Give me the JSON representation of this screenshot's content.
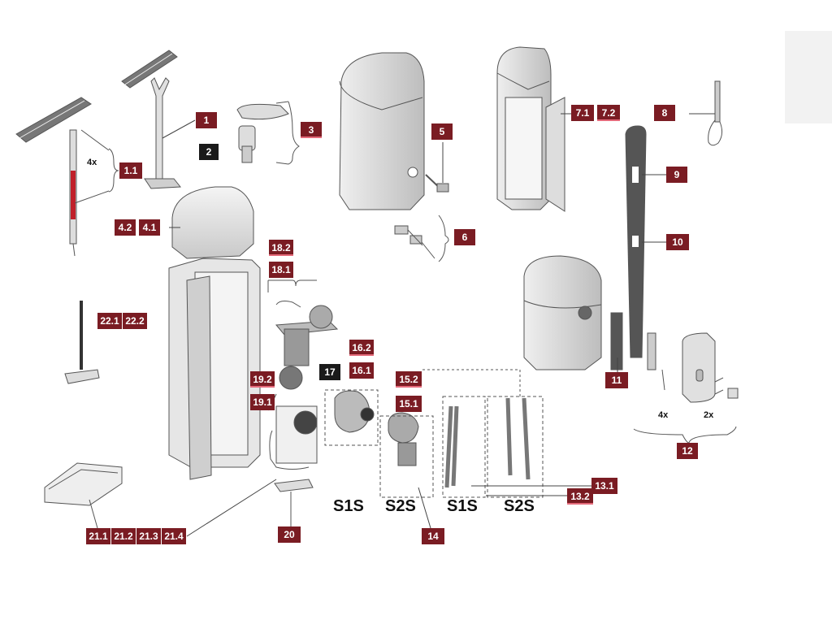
{
  "labels": [
    {
      "id": "l1",
      "text": "1",
      "style": "red"
    },
    {
      "id": "l11b",
      "text": "1.1",
      "style": "red"
    },
    {
      "id": "l2",
      "text": "2",
      "style": "black"
    },
    {
      "id": "l3",
      "text": "3",
      "style": "red-ul"
    },
    {
      "id": "l41",
      "text": "4.1",
      "style": "red"
    },
    {
      "id": "l42",
      "text": "4.2",
      "style": "red"
    },
    {
      "id": "l5",
      "text": "5",
      "style": "red"
    },
    {
      "id": "l6",
      "text": "6",
      "style": "red"
    },
    {
      "id": "l71",
      "text": "7.1",
      "style": "red"
    },
    {
      "id": "l72",
      "text": "7.2",
      "style": "red-ul"
    },
    {
      "id": "l8",
      "text": "8",
      "style": "red"
    },
    {
      "id": "l9",
      "text": "9",
      "style": "red"
    },
    {
      "id": "l10",
      "text": "10",
      "style": "red"
    },
    {
      "id": "l11",
      "text": "11",
      "style": "red"
    },
    {
      "id": "l12",
      "text": "12",
      "style": "red"
    },
    {
      "id": "l131",
      "text": "13.1",
      "style": "red"
    },
    {
      "id": "l132",
      "text": "13.2",
      "style": "red-ul"
    },
    {
      "id": "l14",
      "text": "14",
      "style": "red"
    },
    {
      "id": "l151",
      "text": "15.1",
      "style": "red"
    },
    {
      "id": "l152",
      "text": "15.2",
      "style": "red-ul"
    },
    {
      "id": "l161",
      "text": "16.1",
      "style": "red"
    },
    {
      "id": "l162",
      "text": "16.2",
      "style": "red-ul"
    },
    {
      "id": "l17",
      "text": "17",
      "style": "black"
    },
    {
      "id": "l181",
      "text": "18.1",
      "style": "red"
    },
    {
      "id": "l182",
      "text": "18.2",
      "style": "red-ul"
    },
    {
      "id": "l191",
      "text": "19.1",
      "style": "red"
    },
    {
      "id": "l192",
      "text": "19.2",
      "style": "red-ul"
    },
    {
      "id": "l20",
      "text": "20",
      "style": "red"
    },
    {
      "id": "l211",
      "text": "21.1",
      "style": "red"
    },
    {
      "id": "l212",
      "text": "21.2",
      "style": "red"
    },
    {
      "id": "l213",
      "text": "21.3",
      "style": "red"
    },
    {
      "id": "l214",
      "text": "21.4",
      "style": "red"
    },
    {
      "id": "l221",
      "text": "22.1",
      "style": "red"
    },
    {
      "id": "l222",
      "text": "22.2",
      "style": "red"
    }
  ],
  "group_texts": {
    "s1s_left": "S1S",
    "s2s_left": "S2S",
    "s1s_right": "S1S",
    "s2s_right": "S2S",
    "qty_4x_top": "4x",
    "qty_4x_right": "4x",
    "qty_2x": "2x"
  },
  "colors": {
    "label_red": "#7a1c23",
    "label_black": "#1a1a1a",
    "label_underline": "#e46a7a",
    "housing_fill": "#d6d6d6",
    "housing_stroke": "#555555",
    "boom_red": "#c0202a"
  }
}
